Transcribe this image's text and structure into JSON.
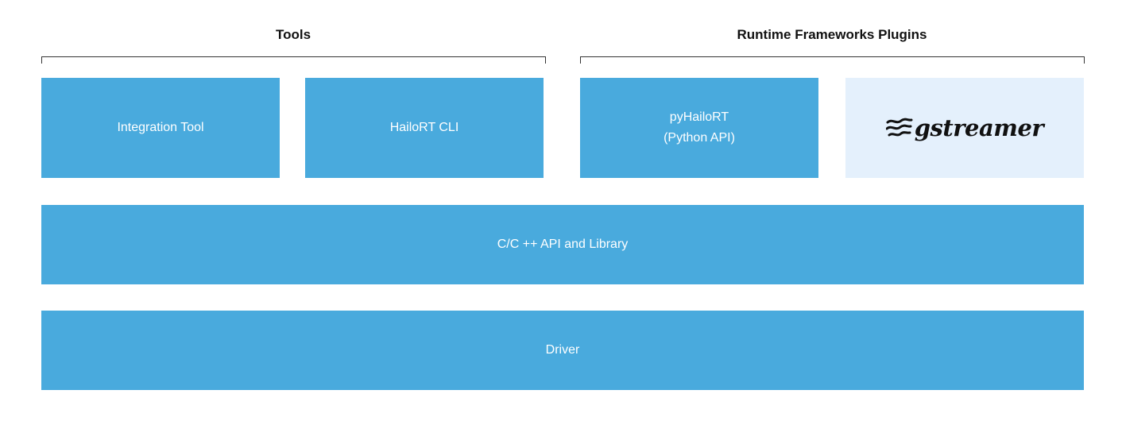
{
  "groups": {
    "tools": {
      "title": "Tools"
    },
    "runtime": {
      "title": "Runtime Frameworks Plugins"
    }
  },
  "boxes": {
    "integration_tool": "Integration Tool",
    "hailort_cli": "HailoRT CLI",
    "pyhailort": {
      "line1": "pyHailoRT",
      "line2": "(Python API)"
    },
    "gstreamer": {
      "logo_text": "gstreamer",
      "icon": "gstreamer-logo-icon"
    },
    "c_api": "C/C ++ API and Library",
    "driver": "Driver"
  },
  "colors": {
    "box_blue": "#49aadd",
    "box_light": "#e4f0fc",
    "bracket": "#333333",
    "text_dark": "#111111",
    "text_white": "#ffffff"
  }
}
